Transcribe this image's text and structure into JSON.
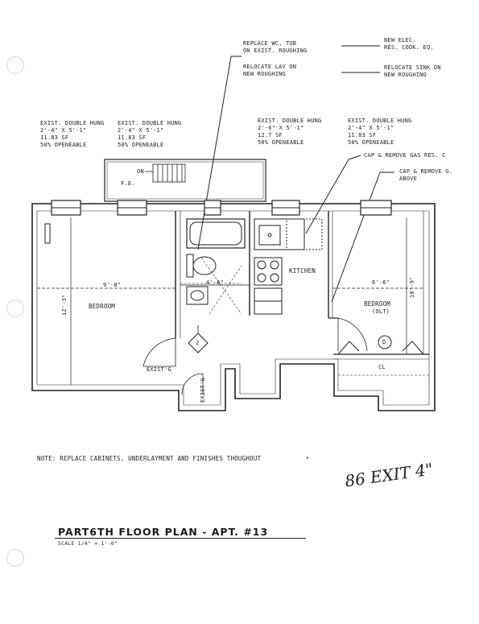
{
  "notes_top": {
    "note1_line1": "REPLACE WC, TUB",
    "note1_line2": "ON EXIST. ROUGHING",
    "note2_line1": "RELOCATE LAV ON",
    "note2_line2": "NEW ROUGHING",
    "note3_line1": "NEW ELEC.",
    "note3_line2": "RES. COOK. EQ.",
    "note4_line1": "RELOCATE SINK ON",
    "note4_line2": "NEW ROUGHING"
  },
  "windows": [
    {
      "l1": "EXIST. DOUBLE HUNG",
      "l2": "2'-4\" X 5'-1\"",
      "l3": "11.83 SF",
      "l4": "50% OPENEABLE"
    },
    {
      "l1": "EXIST. DOUBLE HUNG",
      "l2": "2'-4\" X 5'-1\"",
      "l3": "11.83 SF",
      "l4": "50% OPENEABLE"
    },
    {
      "l1": "EXIST. DOUBLE HUNG",
      "l2": "2'-6\" X 5'-1\"",
      "l3": "12.7 SF",
      "l4": "50% OPENEABLE"
    },
    {
      "l1": "EXIST. DOUBLE HUNG",
      "l2": "2'-4\" X 5'-1\"",
      "l3": "11.83 SF",
      "l4": "50% OPENEABLE"
    }
  ],
  "cap_notes": {
    "cap1": "CAP & REMOVE  GAS RES. C",
    "cap2_line1": "CAP & REMOVE G.",
    "cap2_line2": "ABOVE"
  },
  "labels": {
    "on": "ON",
    "fe": "F.E.",
    "kitchen": "KITCHEN",
    "bedroom_left": "BEDROOM",
    "bedroom_right": "BEDROOM",
    "olt": "(OLT)",
    "cl": "CL",
    "d": "D",
    "exist1": "EXIST'G",
    "exist2": "EXIST'G",
    "dim_9_8": "9'-8\"",
    "dim_12_3": "12'-3\"",
    "dim_4_6": "4'-6\"",
    "dim_6_6": "6'-6\"",
    "dim_10_9": "10'-9\"",
    "tag_2": "2"
  },
  "note_bottom": "NOTE: REPLACE CABINETS, UNDERLAYMENT AND FINISHES THOUGHOUT",
  "title": "PART6TH  FLOOR PLAN - APT. #13",
  "scale": "SCALE 1/4\" = 1'-0\"",
  "handwritten": "86 EXIT 4\""
}
